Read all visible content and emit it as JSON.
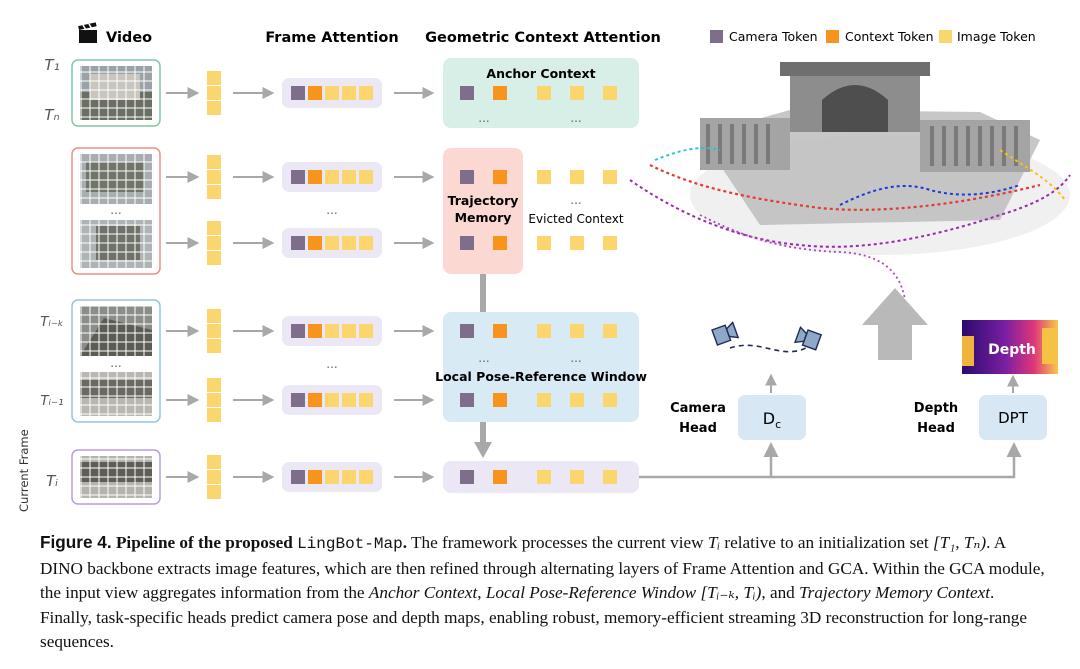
{
  "header": {
    "video_title": "Video",
    "frame_attention_title": "Frame Attention",
    "gca_title": "Geometric Context Attention"
  },
  "legend": {
    "camera": "Camera Token",
    "context": "Context Token",
    "image": "Image Token"
  },
  "time_labels": {
    "t1": "T₁",
    "tn": "Tₙ",
    "tik": "Tᵢ₋ₖ",
    "ti1": "Tᵢ₋₁",
    "ti": "Tᵢ"
  },
  "current_frame_label": "Current Frame",
  "ellipsis": "...",
  "panels": {
    "anchor": "Anchor Context",
    "trajectory_line1": "Trajectory",
    "trajectory_line2": "Memory",
    "evicted": "Evicted Context",
    "local_window": "Local Pose-Reference Window"
  },
  "heads": {
    "camera_head_line1": "Camera",
    "camera_head_line2": "Head",
    "camera_box": "D",
    "camera_box_sub": "c",
    "depth_head_line1": "Depth",
    "depth_head_line2": "Head",
    "depth_box": "DPT",
    "depth_map_label": "Depth"
  },
  "colors": {
    "camera": "#7e6e8b",
    "context": "#f7941d",
    "image": "#fbd66f",
    "anchor_bg": "#d7efe6",
    "trajectory_bg": "#fbd9d2",
    "window_bg": "#d8ebf5",
    "frame_bg": "#ece7f4",
    "head_bg": "#d8e7f4",
    "arrow": "#a8a8a8"
  },
  "caption": {
    "figure_label": "Figure 4.",
    "title_lead": "Pipeline of the proposed",
    "model_name": "LingBot-Map",
    "title_end": ".",
    "s1": "The framework processes the current view",
    "s1_var": "Tᵢ",
    "s1b": "relative to an initialization set",
    "set": "[T₁, Tₙ)",
    "s2": ". A DINO backbone extracts image features, which are then refined through alternating layers of Frame Attention and GCA. Within the GCA module, the input view aggregates information from the",
    "anchor_it": "Anchor Context",
    "comma1": ",",
    "window_it": "Local Pose-Reference Window",
    "window_set": "[Tᵢ₋ₖ, Tᵢ)",
    "s3": ", and",
    "traj_it": "Trajectory Memory Context",
    "s4": ". Finally, task-specific heads predict camera pose and depth maps, enabling robust, memory-efficient streaming 3D reconstruction for long-range sequences."
  }
}
